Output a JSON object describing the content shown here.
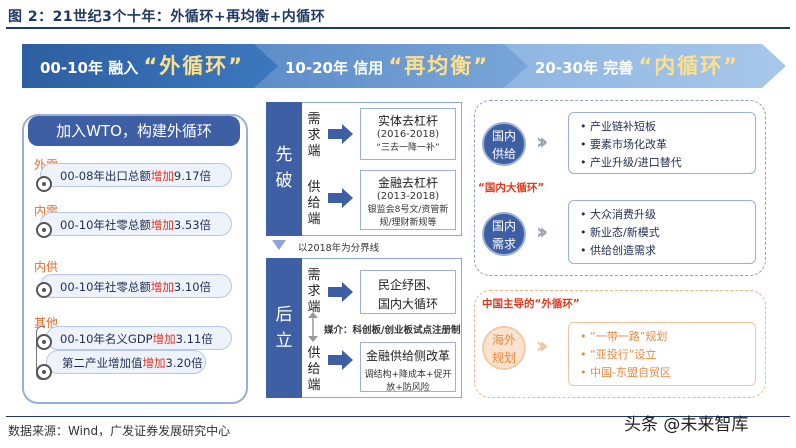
{
  "title": "图 2：21世纪3个十年：外循环+再均衡+内循环",
  "phases": [
    {
      "period": "00-10年",
      "verb": "融入",
      "quote": "“外循环”"
    },
    {
      "period": "10-20年",
      "verb": "信用",
      "quote": "“再均衡”"
    },
    {
      "period": "20-30年",
      "verb": "完善",
      "quote": "“内循环”"
    }
  ],
  "left": {
    "header": "加入WTO，构建外循环",
    "groups": [
      {
        "category": "外需",
        "rows": [
          {
            "pre": "00-08年出口总额",
            "hl": "增加",
            "post": "9.17倍"
          }
        ]
      },
      {
        "category": "内需",
        "rows": [
          {
            "pre": "00-10年社零总额",
            "hl": "增加",
            "post": "3.53倍"
          }
        ]
      },
      {
        "category": "内供",
        "rows": [
          {
            "pre": "00-10年社零总额",
            "hl": "增加",
            "post": "3.10倍"
          }
        ]
      },
      {
        "category": "其他",
        "rows": [
          {
            "pre": "00-10年名义GDP",
            "hl": "增加",
            "post": "3.11倍"
          },
          {
            "pre": "第二产业增加值",
            "hl": "增加",
            "post": "3.20倍"
          }
        ]
      }
    ]
  },
  "middle": {
    "top": {
      "label": "先破",
      "demand_label": "需求端",
      "supply_label": "供给端",
      "demand_box": {
        "t1": "实体去杠杆",
        "t2": "(2016-2018)",
        "t3": "“三去一降一补”"
      },
      "supply_box": {
        "t1": "金融去杠杆",
        "t2": "(2013-2018)",
        "t3a": "银监会8号文/资管新",
        "t3b": "规/理财新规等"
      }
    },
    "divider": "以2018年为分界线",
    "bottom": {
      "label": "后立",
      "demand_label": "需求端",
      "supply_label": "供给端",
      "demand_box": {
        "t1": "民企纾困、",
        "t1b": "国内大循环"
      },
      "catalyst": "媒介：科创板/创业板试点注册制",
      "supply_box": {
        "t1": "金融供给侧改革",
        "t3a": "调结构+降成本+促开",
        "t3b": "放+防风险"
      }
    }
  },
  "right": {
    "supply_circle": "国内供给",
    "supply_items": [
      "产业链补短板",
      "要素市场化改革",
      "产业升级/进口替代"
    ],
    "domestic_tag": "“国内大循环”",
    "demand_circle": "国内需求",
    "demand_items": [
      "大众消费升级",
      "新业态/新模式",
      "供给创造需求"
    ],
    "china_tag": "中国主导的“外循环”",
    "overseas_circle": "海外规划",
    "overseas_items": [
      "“一带一路”规划",
      "“亚投行”设立",
      "中国-东盟自贸区"
    ]
  },
  "source": "数据来源：Wind，广发证券发展研究中心",
  "watermark": "头条 @未来智库",
  "colors": {
    "navy": "#1f3864",
    "blue": "#3e5fa3",
    "orange": "#e8893f",
    "red": "#e0301e"
  }
}
